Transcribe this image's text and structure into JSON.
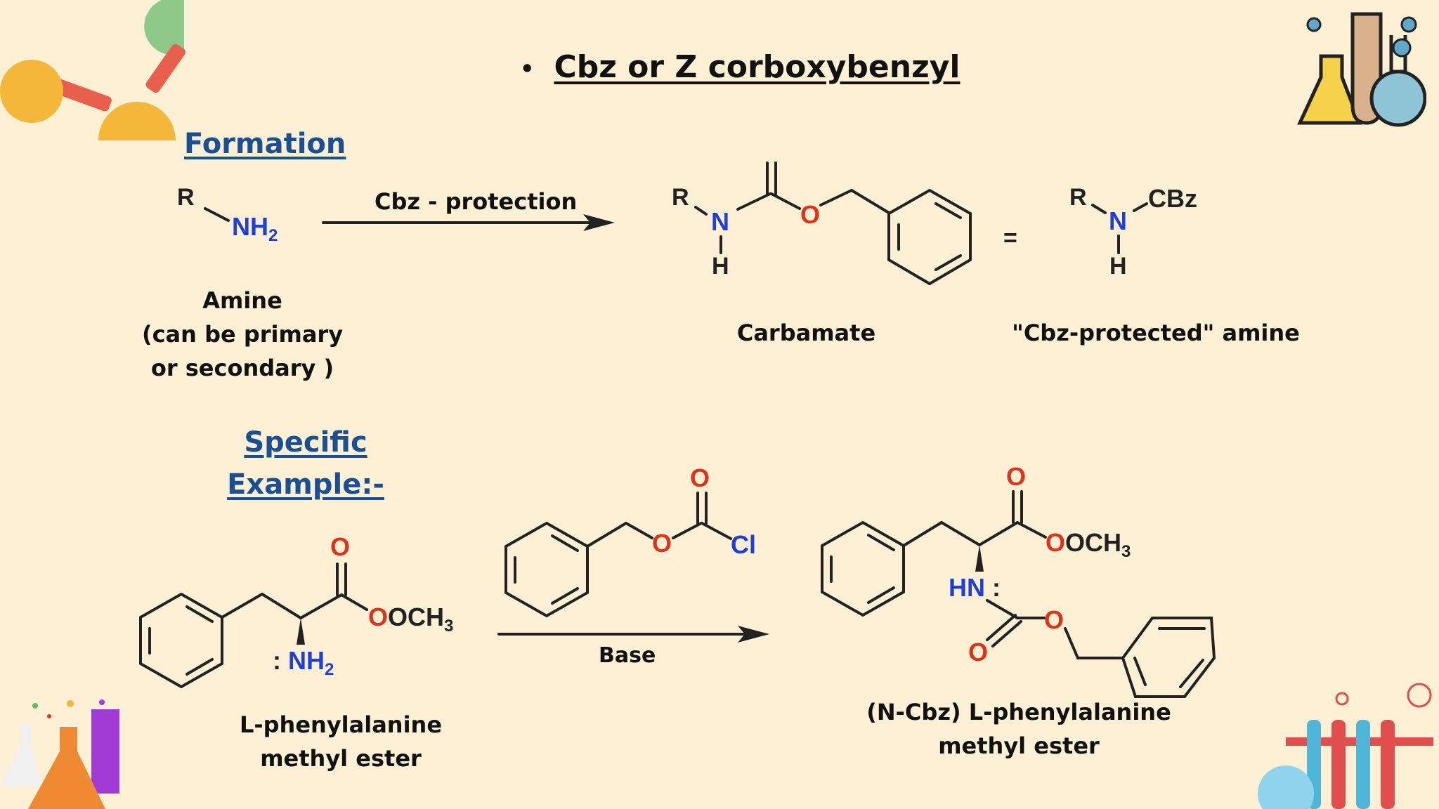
{
  "title": {
    "bullet": "•",
    "text": "Cbz or Z corboxybenzyl"
  },
  "formation": {
    "heading": "Formation",
    "arrow_label": "Cbz - protection",
    "amine_label_lines": [
      "Amine",
      "(can be primary",
      "or secondary )"
    ],
    "carbamate_label": "Carbamate",
    "protected_label": "\"Cbz-protected\" amine",
    "equals": "="
  },
  "example": {
    "heading_lines": [
      "Specific",
      "Example:-"
    ],
    "arrow_label": "Base",
    "reactant_label_lines": [
      "L-phenylalanine",
      "methyl ester"
    ],
    "product_label_lines": [
      "(N-Cbz) L-phenylalanine",
      "methyl ester"
    ]
  },
  "atoms": {
    "R": "R",
    "N": "N",
    "H": "H",
    "NH": "NH",
    "NH_sub": "2",
    "O": "O",
    "Cl": "Cl",
    "OCH": "OCH",
    "OCH_sub": "3",
    "CBz": "CBz",
    "HN": "HN",
    "lone_pair": ":"
  },
  "colors": {
    "background": "#fdf0d5",
    "heading": "#1a4f93",
    "nitrogen": "#1f3fd6",
    "oxygen": "#e0321b",
    "bond": "#222222"
  }
}
